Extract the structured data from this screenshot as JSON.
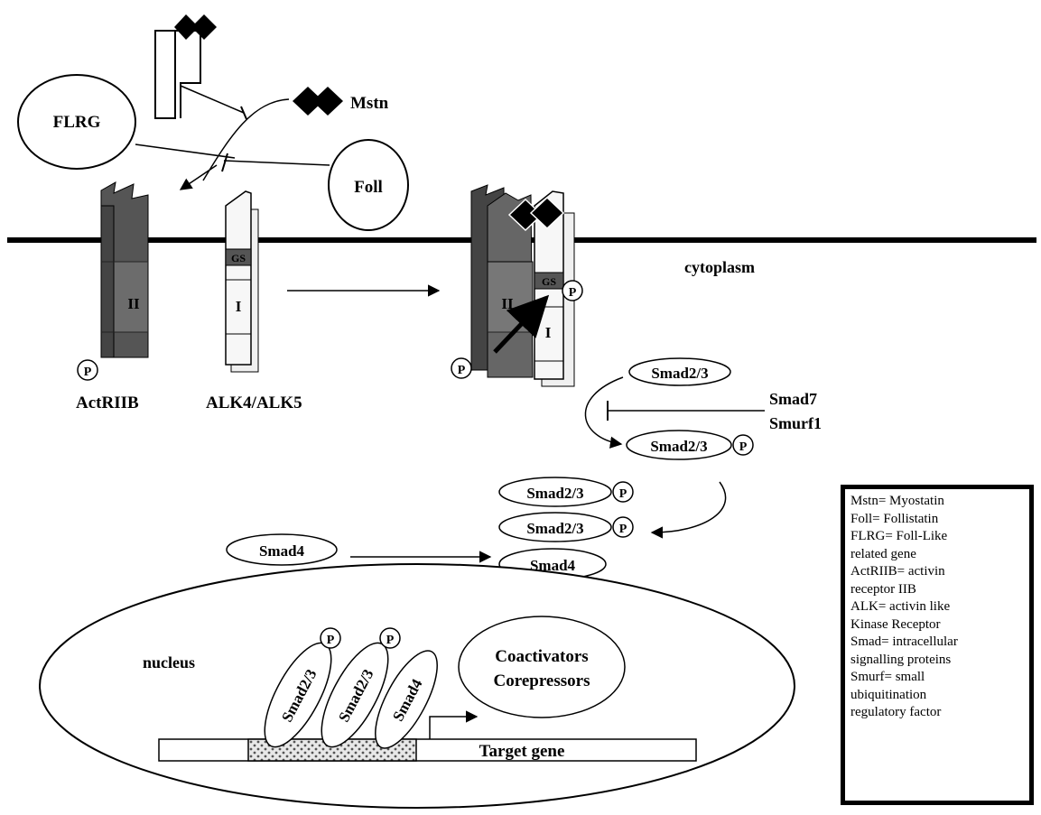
{
  "labels": {
    "mstn": "Mstn",
    "flrg": "FLRG",
    "foll": "Foll",
    "cytoplasm": "cytoplasm",
    "actriib": "ActRIIB",
    "alk": "ALK4/ALK5",
    "domain_ii": "II",
    "domain_i": "I",
    "gs": "GS",
    "p": "P",
    "smad23": "Smad2/3",
    "smad4": "Smad4",
    "smad7": "Smad7",
    "smurf1": "Smurf1",
    "nucleus": "nucleus",
    "coactivators": "Coactivators",
    "corepressors": "Corepressors",
    "target_gene": "Target gene"
  },
  "legend": [
    "Mstn= Myostatin",
    "Foll= Follistatin",
    "FLRG= Foll-Like",
    "related gene",
    "ActRIIB= activin",
    "receptor IIB",
    "ALK= activin like",
    "Kinase Receptor",
    "Smad= intracellular",
    "signalling proteins",
    "Smurf= small",
    "ubiquitination",
    "regulatory factor"
  ]
}
